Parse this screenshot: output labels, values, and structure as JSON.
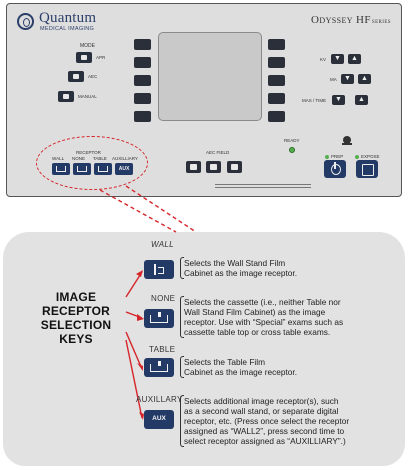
{
  "console": {
    "brand": "Quantum",
    "brand_sub": "MEDICAL IMAGING",
    "model": "Odyssey HF",
    "model_suffix": "SERIES",
    "mode": {
      "title": "MODE",
      "items": [
        {
          "label": "APR"
        },
        {
          "label": "AEC"
        },
        {
          "label": "MANUAL"
        }
      ]
    },
    "technique": {
      "kv_label": "KV",
      "ma_label": "MA",
      "mas_label": "MAS / TIME",
      "down_glyph": "▼",
      "up_glyph": "▲"
    },
    "receptor": {
      "title": "RECEPTOR",
      "labels": [
        "WALL",
        "NONE",
        "TABLE",
        "AUXILLIARY"
      ],
      "aux_key_text": "AUX"
    },
    "aec_field": {
      "title": "AEC FIELD"
    },
    "ready_label": "READY",
    "prep_label": "PREP",
    "expose_label": "EXPOSE"
  },
  "legend": {
    "title_lines": [
      "IMAGE",
      "RECEPTOR",
      "SELECTION",
      "KEYS"
    ],
    "keys": [
      {
        "name": "WALL",
        "desc_lines": [
          "Selects the Wall Stand Film",
          "Cabinet as the image receptor."
        ]
      },
      {
        "name": "NONE",
        "desc_lines": [
          "Selects the cassette (i.e., neither Table nor",
          "Wall Stand Film Cabinet) as the image",
          "receptor. Use with “Special” exams such as",
          "cassette table top or cross table exams."
        ]
      },
      {
        "name": "TABLE",
        "desc_lines": [
          "Selects the Table Film",
          "Cabinet as the image receptor."
        ]
      },
      {
        "name": "AUXILLARY",
        "key_text": "AUX",
        "desc_lines": [
          "Selects additional image receptor(s), such",
          "as a second wall stand, or separate digital",
          "receptor, etc. (Press once select the receptor",
          "assigned as “WALL2”, press second time to",
          "select receptor assigned as “AUXILLIARY”.)"
        ]
      }
    ]
  },
  "colors": {
    "key_blue": "#233a66",
    "dashed_red": "#d6252a",
    "panel_gray": "#dedede",
    "ready_green": "#54b04d"
  }
}
